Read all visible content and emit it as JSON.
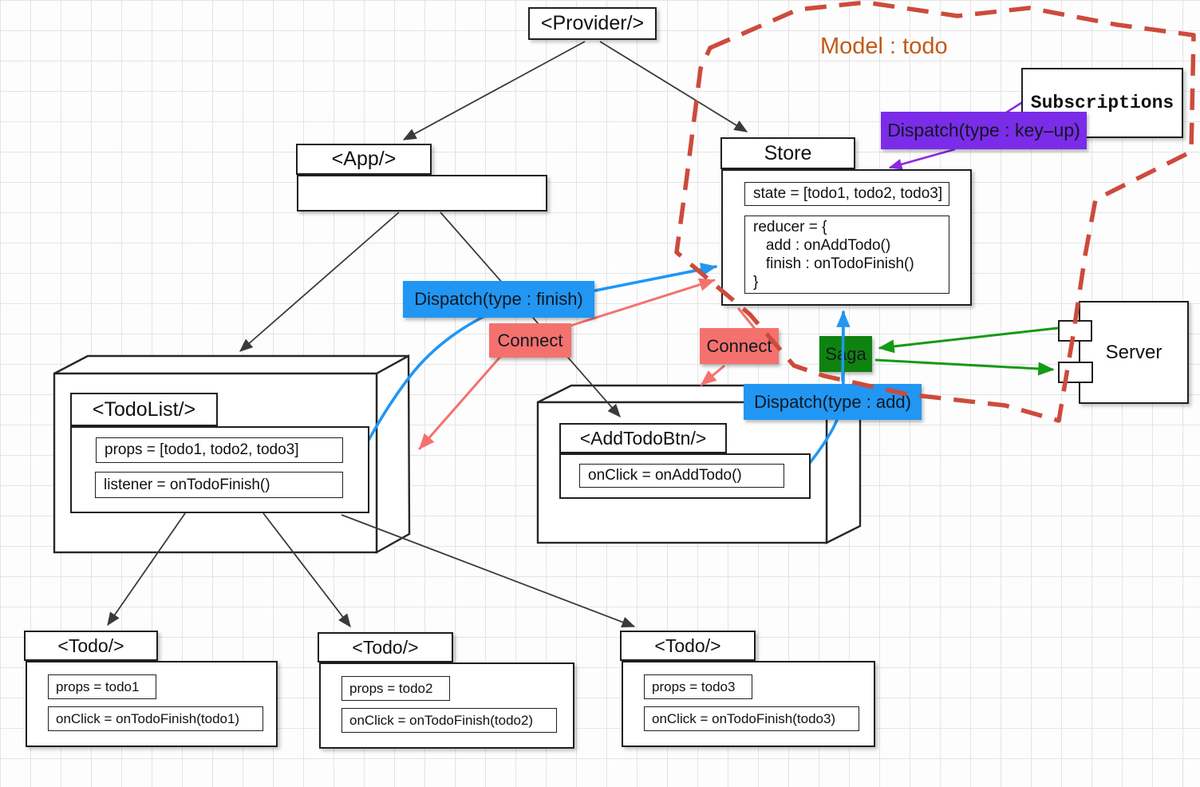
{
  "diagram_title": "Model : todo",
  "colors": {
    "dispatch_blue": "#2196f3",
    "connect_salmon": "#f5716e",
    "saga_green": "#0f830f",
    "dispatch_purple": "#7b2ce8",
    "model_boundary_red": "#cc4b3c",
    "model_text_orange": "#c15a17",
    "arrow_black": "#3a3a3a",
    "arrow_green": "#149a14",
    "arrow_purple": "#8a2be2"
  },
  "nodes": {
    "provider": {
      "label": "<Provider/>"
    },
    "app": {
      "label": "<App/>"
    },
    "store": {
      "label": "Store",
      "state": "state = [todo1, todo2, todo3]",
      "reducer_lines": [
        "reducer = {",
        "   add : onAddTodo()",
        "   finish : onTodoFinish()",
        "}"
      ]
    },
    "subscriptions": {
      "label": "Subscriptions"
    },
    "server": {
      "label": "Server"
    },
    "saga": {
      "label": "Saga"
    },
    "todolist": {
      "label": "<TodoList/>",
      "props": "props = [todo1, todo2, todo3]",
      "listener": "listener = onTodoFinish()"
    },
    "add_todo_btn": {
      "label": "<AddTodoBtn/>",
      "onclick": "onClick = onAddTodo()"
    },
    "todos": [
      {
        "label": "<Todo/>",
        "props": "props = todo1",
        "onclick": "onClick = onTodoFinish(todo1)"
      },
      {
        "label": "<Todo/>",
        "props": "props = todo2",
        "onclick": "onClick = onTodoFinish(todo2)"
      },
      {
        "label": "<Todo/>",
        "props": "props = todo3",
        "onclick": "onClick = onTodoFinish(todo3)"
      }
    ]
  },
  "labels": {
    "model": "Model : todo",
    "dispatch_finish": "Dispatch(type : finish)",
    "dispatch_add": "Dispatch(type : add)",
    "dispatch_keyup": "Dispatch(type : key–up)",
    "connect_left": "Connect",
    "connect_right": "Connect"
  }
}
